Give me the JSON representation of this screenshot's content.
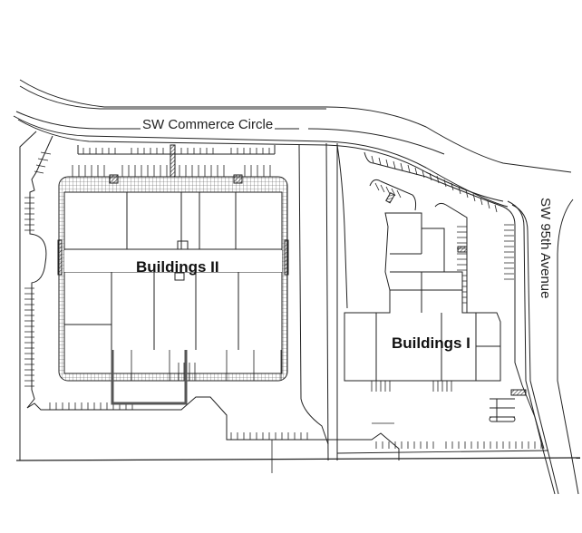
{
  "map": {
    "type": "site plan",
    "background": "#ffffff",
    "line_color": "#222222",
    "streets": [
      {
        "name": "SW Commerce Circle",
        "orientation": "horizontal"
      },
      {
        "name": "SW 95th Avenue",
        "orientation": "vertical"
      }
    ],
    "buildings": [
      {
        "label": "Buildings II"
      },
      {
        "label": "Buildings I"
      }
    ],
    "features": [
      "parking-stalls",
      "accessible-parking-icon",
      "sidewalks",
      "property-line",
      "loading-areas"
    ]
  }
}
